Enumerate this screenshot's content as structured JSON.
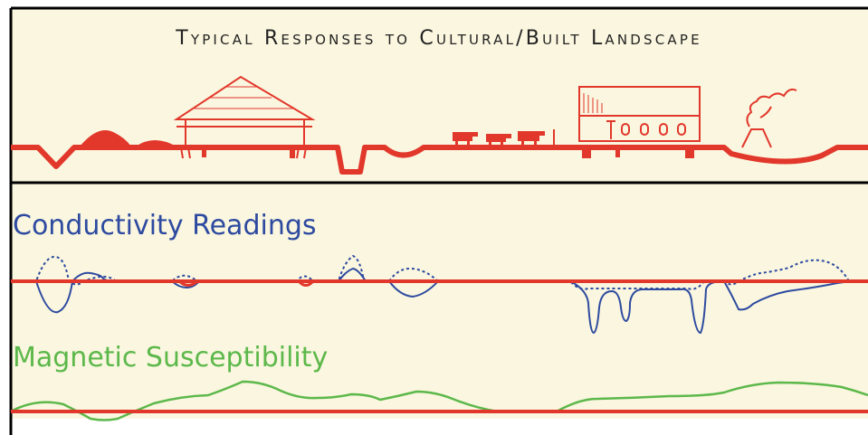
{
  "title": "Typical Responses to Cultural/Built Landscape",
  "panels": {
    "conductivity": {
      "label": "Conductivity Readings"
    },
    "magnetic": {
      "label": "Magnetic Susceptibility"
    }
  },
  "colors": {
    "background": "#faf6df",
    "frame": "#000000",
    "ground": "#e2372b",
    "conductivity": "#2d4aa0",
    "magnetic": "#5cb84a",
    "title_text": "#222222"
  },
  "illustration_elements": [
    "ditch",
    "mound",
    "thatched-roundhouse",
    "posthole-pit",
    "hearth-pit",
    "cattle",
    "fence",
    "barn-with-windows",
    "smoking-kiln"
  ],
  "line_styles": {
    "dotted": "dotted trace",
    "solid": "solid trace"
  }
}
